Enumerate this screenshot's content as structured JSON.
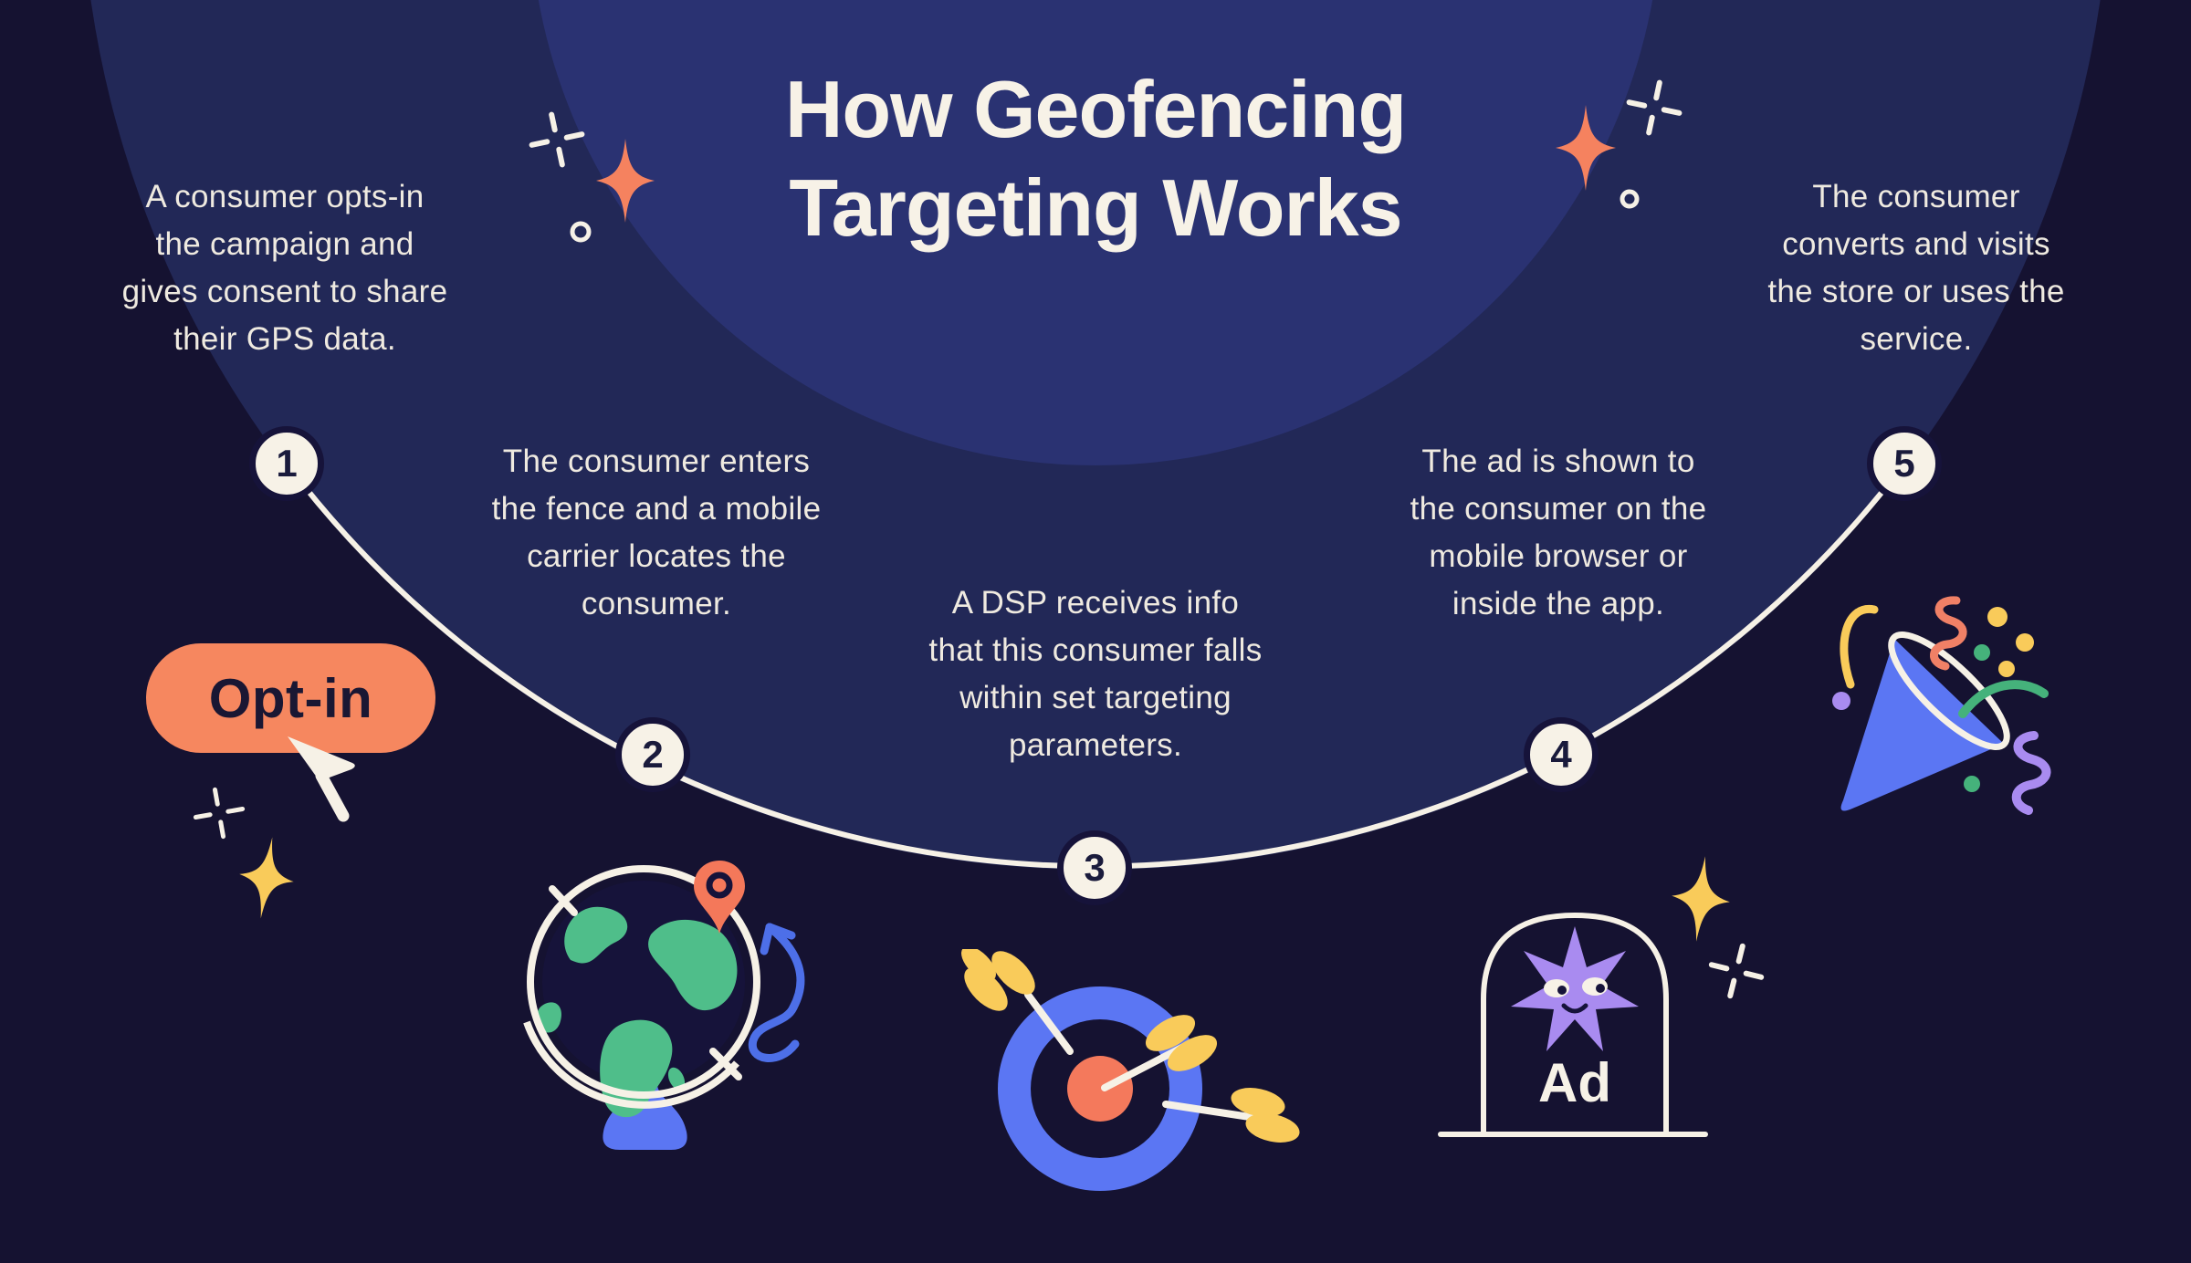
{
  "header": {
    "title": "How Geofencing\nTargeting Works"
  },
  "steps": [
    {
      "number": "1",
      "text": "A consumer opts-in\nthe campaign and\ngives consent to share\ntheir GPS data."
    },
    {
      "number": "2",
      "text": "The consumer enters\nthe fence and a mobile\ncarrier locates the\nconsumer."
    },
    {
      "number": "3",
      "text": "A DSP receives info\nthat this consumer falls\nwithin set targeting\nparameters."
    },
    {
      "number": "4",
      "text": "The ad is shown to\nthe consumer on the\nmobile browser or\ninside the app."
    },
    {
      "number": "5",
      "text": "The consumer\nconverts and visits\nthe store or uses the\nservice."
    }
  ],
  "opt_in": {
    "label": "Opt-in"
  },
  "ad": {
    "label": "Ad"
  },
  "colors": {
    "background": "#151231",
    "halo_circle": "#222857",
    "spotlight_circle": "#2A3272",
    "cream": "#F7F2E7",
    "text": "#EFEAE0",
    "orange": "#F5825F",
    "yellow": "#F9CB5A",
    "green": "#4FBE8A",
    "blue": "#5B76F3",
    "arrow_blue": "#4D6FE8",
    "purple": "#A98BF0",
    "dark_navy": "#16133A"
  },
  "icons": [
    "sparkle-4point-star",
    "sparkle-plus",
    "sparkle-ring",
    "cursor-arrow",
    "globe",
    "location-pin",
    "rotate-arrow",
    "target",
    "arrow",
    "ad-billboard",
    "star-character",
    "party-popper",
    "confetti"
  ]
}
